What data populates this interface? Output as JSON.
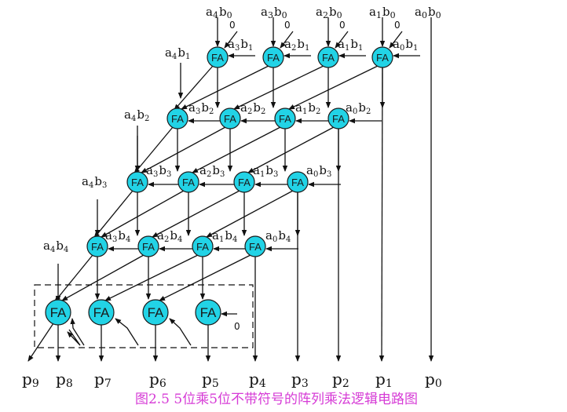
{
  "colors": {
    "fa_fill": "#22d3e6",
    "caption": "#d63bd6",
    "line": "#111111"
  },
  "fa_label": "FA",
  "top_terms": [
    {
      "a": "a",
      "ai": "4",
      "b": "b",
      "bi": "0"
    },
    {
      "a": "a",
      "ai": "3",
      "b": "b",
      "bi": "0"
    },
    {
      "a": "a",
      "ai": "2",
      "b": "b",
      "bi": "0"
    },
    {
      "a": "a",
      "ai": "1",
      "b": "b",
      "bi": "0"
    },
    {
      "a": "a",
      "ai": "0",
      "b": "b",
      "bi": "0"
    }
  ],
  "row_terms": [
    [
      {
        "ai": "4",
        "bi": "1"
      },
      {
        "ai": "3",
        "bi": "1"
      },
      {
        "ai": "2",
        "bi": "1"
      },
      {
        "ai": "1",
        "bi": "1"
      },
      {
        "ai": "0",
        "bi": "1"
      }
    ],
    [
      {
        "ai": "4",
        "bi": "2"
      },
      {
        "ai": "3",
        "bi": "2"
      },
      {
        "ai": "2",
        "bi": "2"
      },
      {
        "ai": "1",
        "bi": "2"
      },
      {
        "ai": "0",
        "bi": "2"
      }
    ],
    [
      {
        "ai": "4",
        "bi": "3"
      },
      {
        "ai": "3",
        "bi": "3"
      },
      {
        "ai": "2",
        "bi": "3"
      },
      {
        "ai": "1",
        "bi": "3"
      },
      {
        "ai": "0",
        "bi": "3"
      }
    ],
    [
      {
        "ai": "4",
        "bi": "4"
      },
      {
        "ai": "3",
        "bi": "4"
      },
      {
        "ai": "2",
        "bi": "4"
      },
      {
        "ai": "1",
        "bi": "4"
      },
      {
        "ai": "0",
        "bi": "4"
      }
    ]
  ],
  "zero_label": "0",
  "outputs": [
    {
      "p": "p",
      "i": "9"
    },
    {
      "p": "p",
      "i": "8"
    },
    {
      "p": "p",
      "i": "7"
    },
    {
      "p": "p",
      "i": "6"
    },
    {
      "p": "p",
      "i": "5"
    },
    {
      "p": "p",
      "i": "4"
    },
    {
      "p": "p",
      "i": "3"
    },
    {
      "p": "p",
      "i": "2"
    },
    {
      "p": "p",
      "i": "1"
    },
    {
      "p": "p",
      "i": "0"
    }
  ],
  "caption": "图2.5  5位乘5位不带符号的阵列乘法逻辑电路图"
}
